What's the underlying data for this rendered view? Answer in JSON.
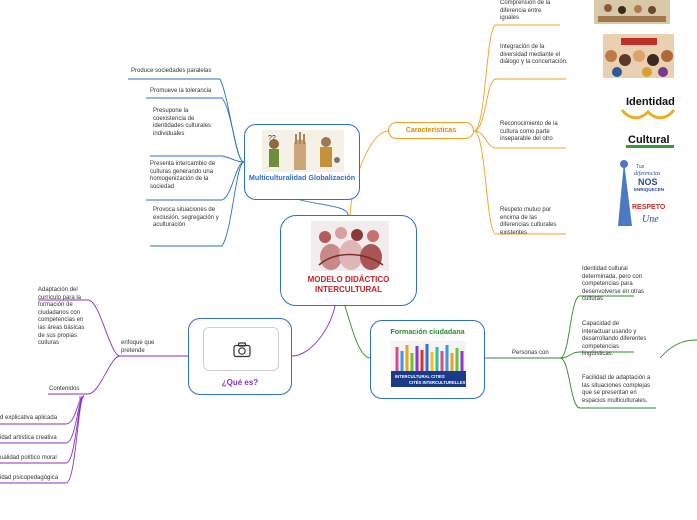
{
  "central": {
    "title": "MODELO DIDÁCTICO INTERCULTURAL"
  },
  "multiculturalidad": {
    "title": "Multiculturalidad Globalización",
    "items": [
      "Produce sociedades paralelas",
      "Promueve la tolerancia",
      "Presupone la coexistencia de identidades culturales individuales",
      "Presenta intercambio de culturas generando una homogenización de la sociedad",
      "Provoca situaciones de exclusión, segregación y aculturación"
    ]
  },
  "caracteristicas": {
    "title": "Características",
    "items": [
      "Comprensión de la diferencia entre iguales",
      "Integración de la diversidad mediante el diálogo y la concertación.",
      "Reconocimiento de la cultura como parte inseparable del otro",
      "Respeto mutuo por encima de las diferencias culturales existentes"
    ],
    "image_texts": {
      "identidad_line1": "Identidad",
      "identidad_line2": "Cultural",
      "respeto_top1": "Tus",
      "respeto_top2": "diferencias",
      "respeto_mid1": "NOS",
      "respeto_mid2": "ENRIQUECEN",
      "respeto_bottom": "RESPETO",
      "respeto_bottom2": "Une"
    }
  },
  "quees": {
    "title": "¿Qué es?",
    "enfoque": "enfoque que pretende",
    "adaptacion": "Adaptación del currículo para la formación de ciudadanos con competencias en las áreas básicas de sus propias culturas",
    "contenidos": "Contenidos",
    "contenidos_items": [
      "d explicativa aplicada",
      "idad artística creativa",
      "ualidad político moral",
      "idad psicopedagógica"
    ]
  },
  "formacion": {
    "title": "Formación ciudadana",
    "image_caption1": "INTERCULTURAL CITIES",
    "image_caption2": "CITÉS INTERCULTURELLES",
    "personas": "Personas con",
    "items": [
      "Identidad cultural determinada, pero con competencias para desenvolverse en otras culturas",
      "Capacidad de interactuar usando y desarrollando diferentes competencias lingüísticas.",
      "Facilidad de adaptación a las situaciones complejas que se presentan en espacios multiculturales."
    ]
  },
  "colors": {
    "blue": "#2f6fc4",
    "orange": "#f0a020",
    "purple": "#8b2fc4",
    "green": "#2e8b2e",
    "red": "#c0232a"
  }
}
